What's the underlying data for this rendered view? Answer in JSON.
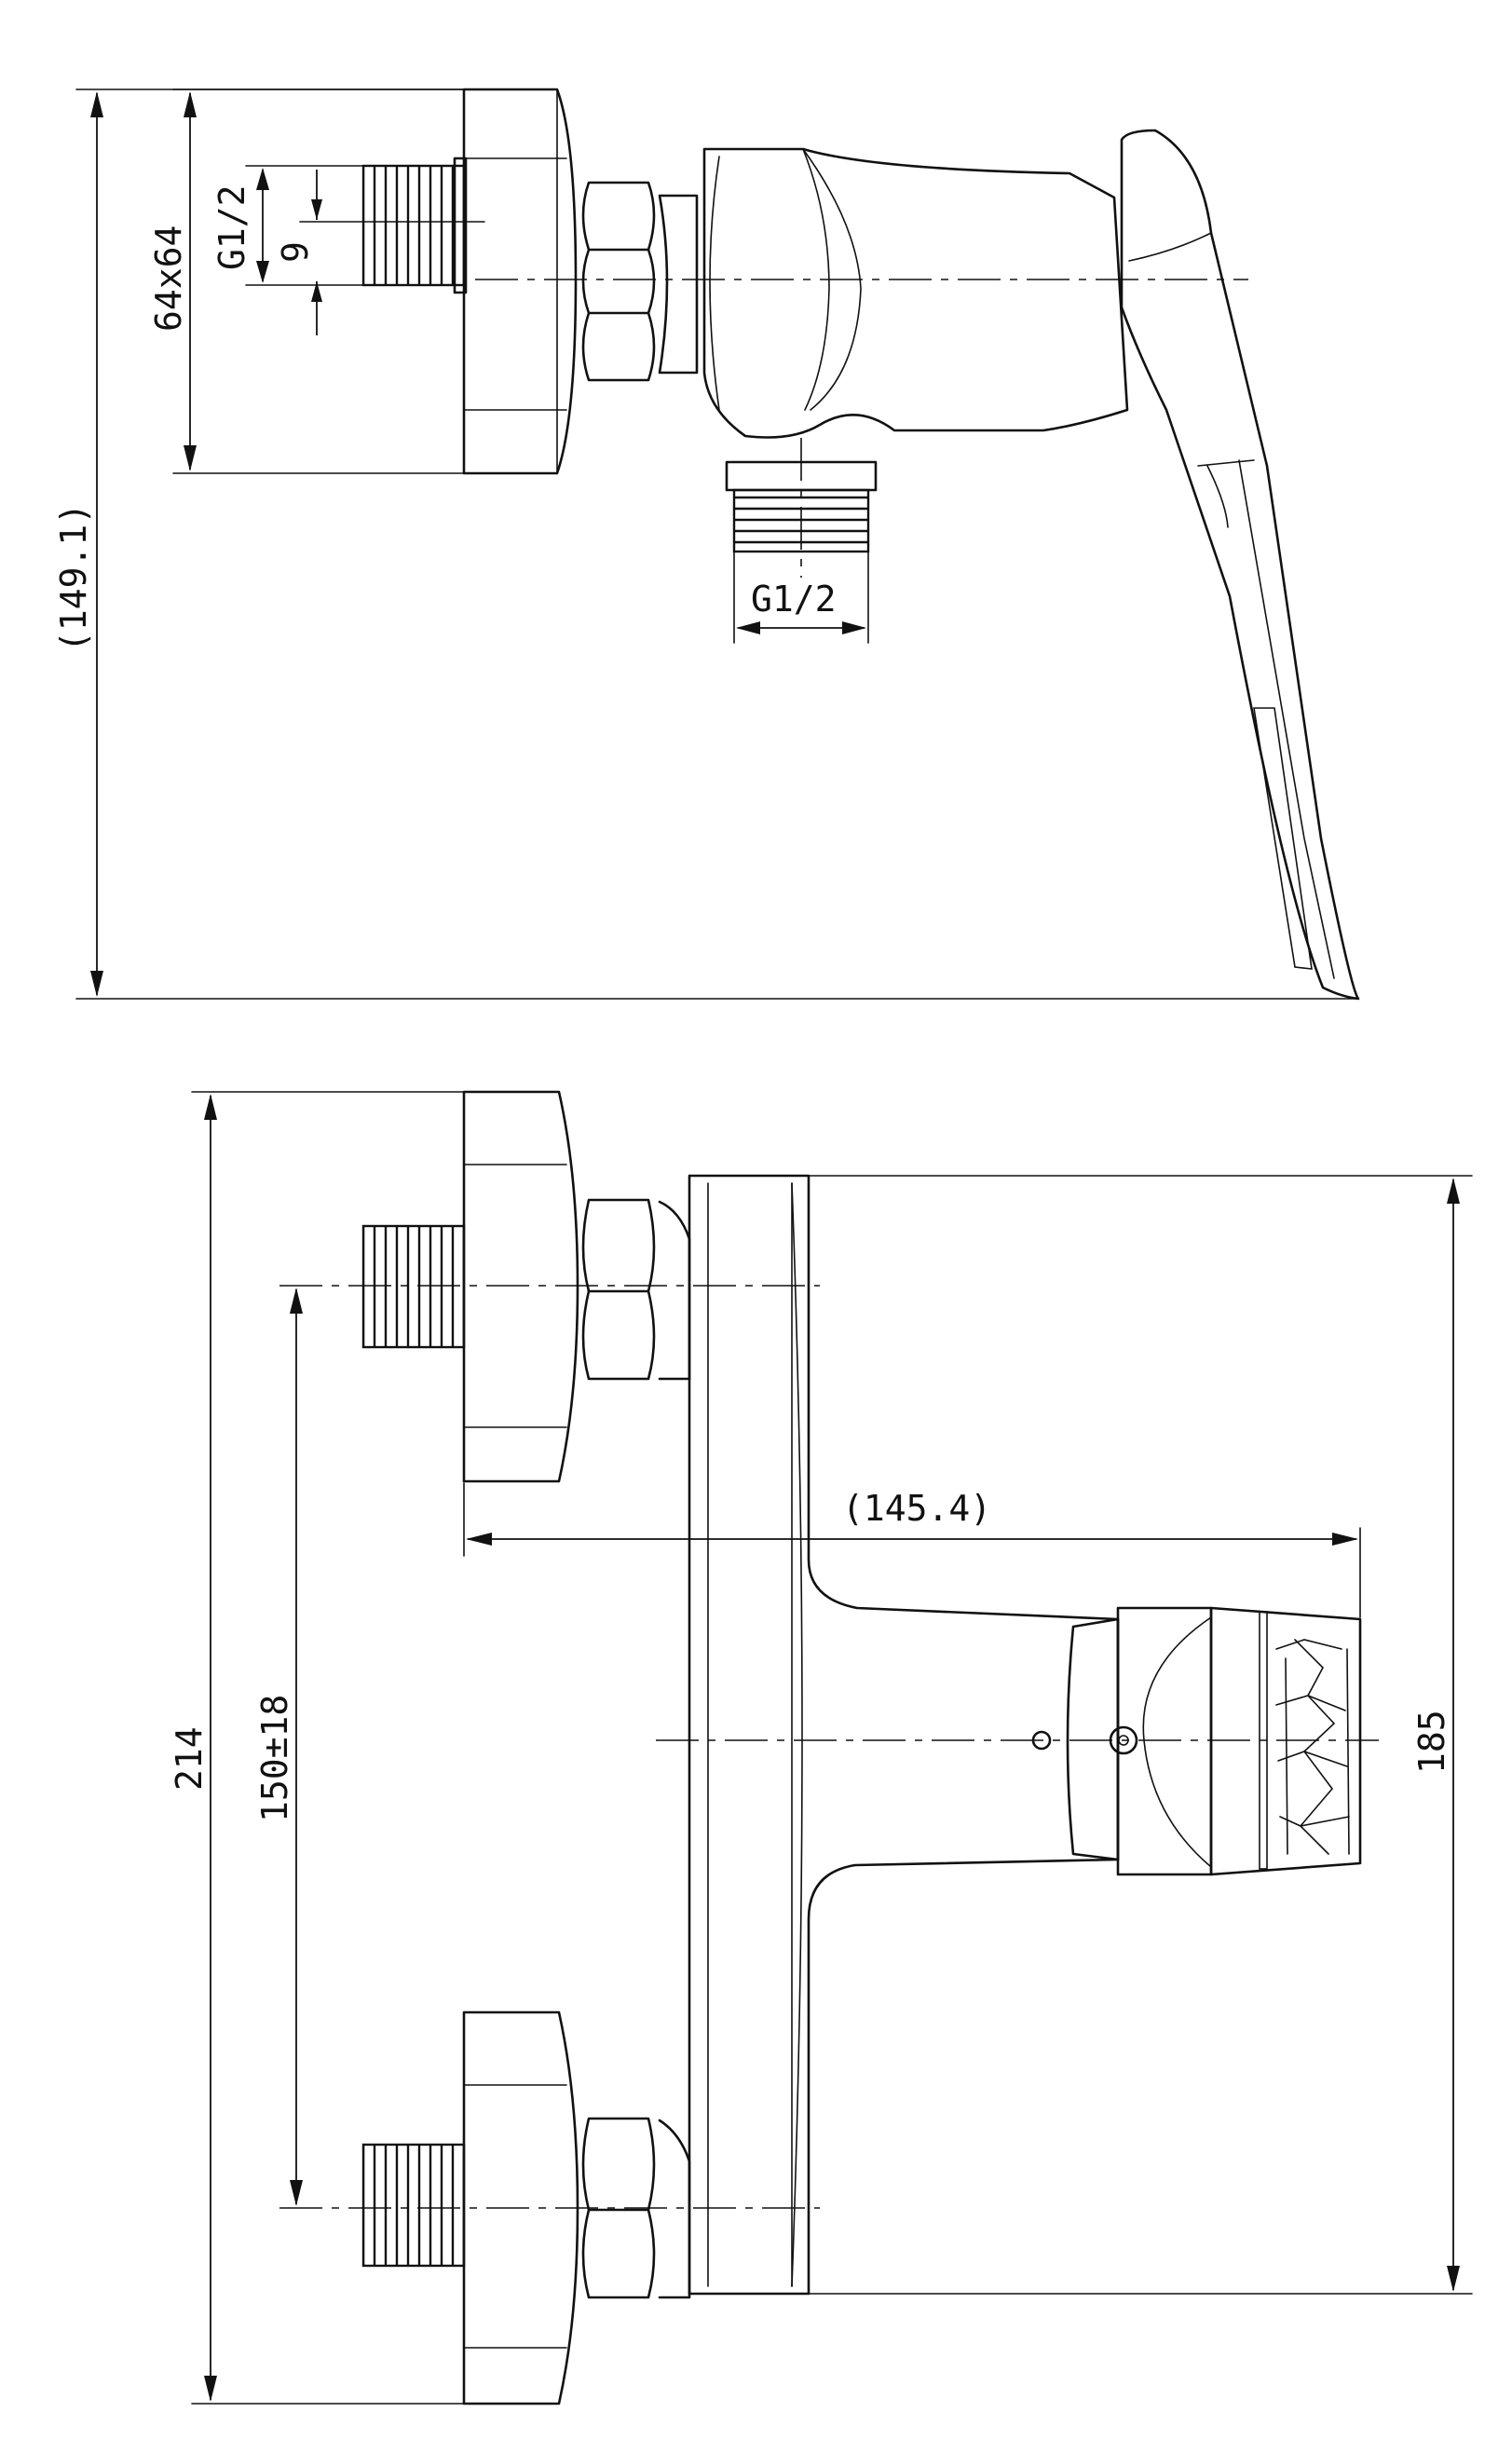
{
  "dimensions": {
    "overall_depth": "(149.1)",
    "flange_size": "64x64",
    "inlet_thread": "G1/2",
    "offset": "9",
    "outlet_thread": "G1/2",
    "overall_height": "214",
    "inlet_spacing": "150±18",
    "projection": "(145.4)",
    "body_height": "185"
  },
  "colors": {
    "line": "#111111",
    "background": "#ffffff"
  }
}
